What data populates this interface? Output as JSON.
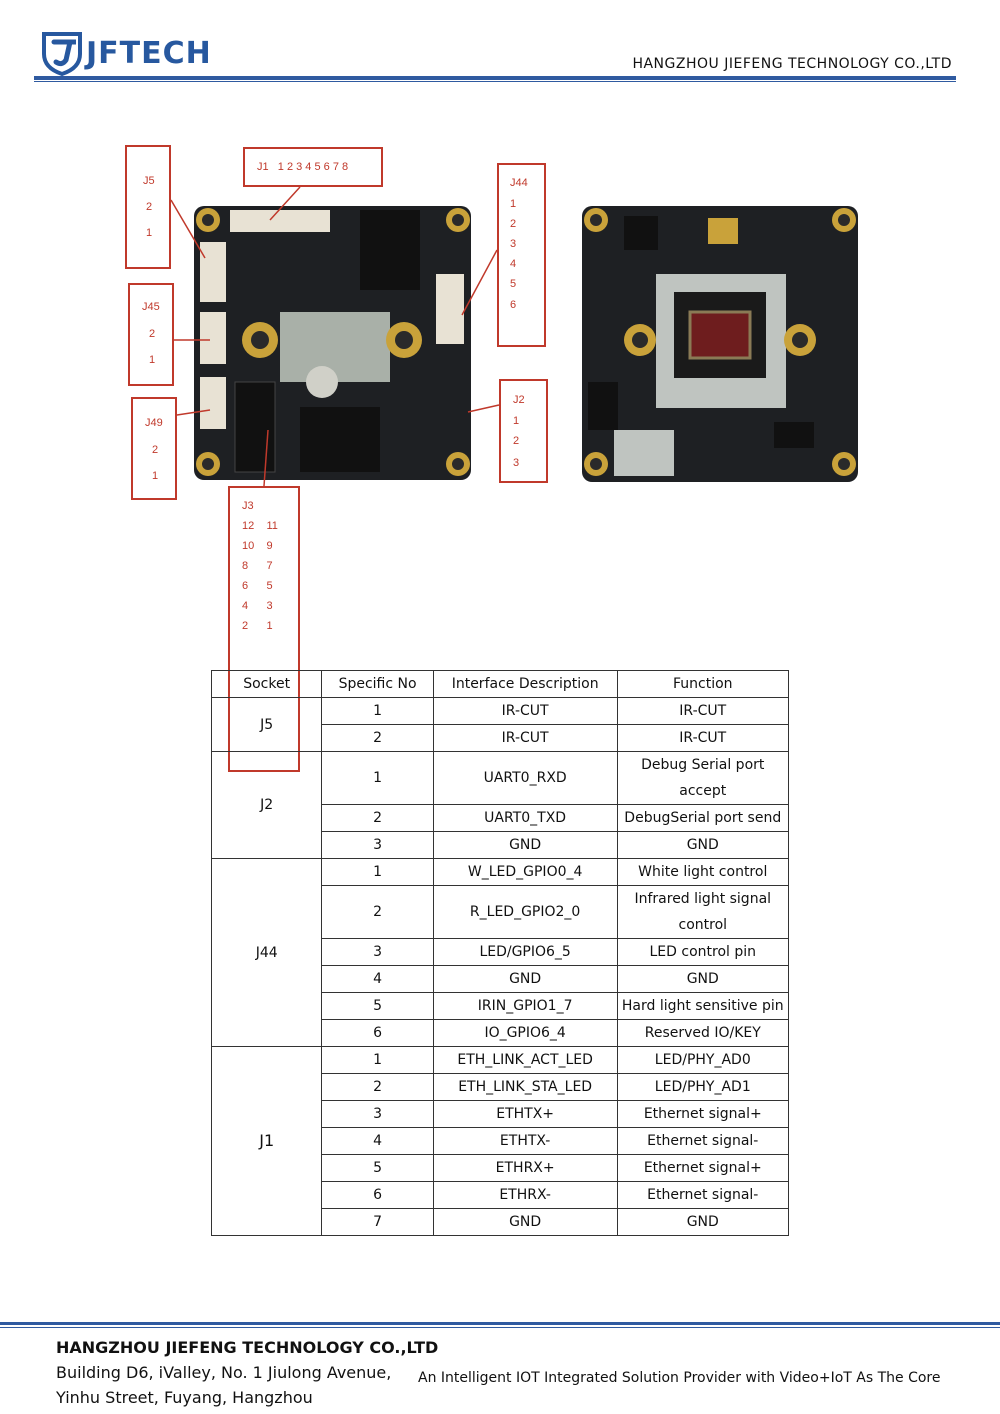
{
  "header": {
    "logo_text": "JFTECH",
    "company": "HANGZHOU  JIEFENG  TECHNOLOGY  CO.,LTD"
  },
  "colors": {
    "brand_blue": "#2f5aa0",
    "callout_red": "#c0392b"
  },
  "callouts": {
    "j5": [
      "J5",
      "2",
      "1"
    ],
    "j1": [
      "J1   1 2 3 4 5 6 7 8"
    ],
    "j44": [
      "J44",
      "1",
      "2",
      "3",
      "4",
      "5",
      "6"
    ],
    "j45": [
      "J45",
      "2",
      "1"
    ],
    "j49": [
      "J49",
      "2",
      "1"
    ],
    "j2": [
      "J2",
      "1",
      "2",
      "3"
    ],
    "j3": [
      "J3",
      "12    11",
      "10    9",
      "8      7",
      "6      5",
      "4      3",
      "2      1"
    ]
  },
  "table": {
    "headers": [
      "Socket",
      "Specific No",
      "Interface Description",
      "Function"
    ],
    "groups": [
      {
        "socket": "J5",
        "rows": [
          {
            "no": "1",
            "desc": "IR-CUT",
            "func": "IR-CUT"
          },
          {
            "no": "2",
            "desc": "IR-CUT",
            "func": "IR-CUT"
          }
        ]
      },
      {
        "socket": "J2",
        "rows": [
          {
            "no": "1",
            "desc": "UART0_RXD",
            "func": "Debug Serial port accept"
          },
          {
            "no": "2",
            "desc": "UART0_TXD",
            "func": "DebugSerial port send"
          },
          {
            "no": "3",
            "desc": "GND",
            "func": "GND"
          }
        ]
      },
      {
        "socket": "J44",
        "rows": [
          {
            "no": "1",
            "desc": "W_LED_GPIO0_4",
            "func": "White light control"
          },
          {
            "no": "2",
            "desc": "R_LED_GPIO2_0",
            "func": "Infrared light signal control"
          },
          {
            "no": "3",
            "desc": "LED/GPIO6_5",
            "func": "LED control pin"
          },
          {
            "no": "4",
            "desc": "GND",
            "func": "GND"
          },
          {
            "no": "5",
            "desc": "IRIN_GPIO1_7",
            "func": "Hard light sensitive pin"
          },
          {
            "no": "6",
            "desc": "IO_GPIO6_4",
            "func": "Reserved IO/KEY"
          }
        ]
      },
      {
        "socket": "J1",
        "rows": [
          {
            "no": "1",
            "desc": "ETH_LINK_ACT_LED",
            "func": "LED/PHY_AD0"
          },
          {
            "no": "2",
            "desc": "ETH_LINK_STA_LED",
            "func": "LED/PHY_AD1"
          },
          {
            "no": "3",
            "desc": "ETHTX+",
            "func": "Ethernet signal+"
          },
          {
            "no": "4",
            "desc": "ETHTX-",
            "func": "Ethernet signal-"
          },
          {
            "no": "5",
            "desc": "ETHRX+",
            "func": "Ethernet signal+"
          },
          {
            "no": "6",
            "desc": "ETHRX-",
            "func": "Ethernet signal-"
          },
          {
            "no": "7",
            "desc": "GND",
            "func": "GND"
          }
        ]
      }
    ]
  },
  "footer": {
    "company": "HANGZHOU JIEFENG TECHNOLOGY CO.,LTD",
    "address_line1": "Building D6, iValley, No. 1 Jiulong Avenue,",
    "address_line2": "Yinhu Street, Fuyang, Hangzhou",
    "slogan": "An Intelligent IOT Integrated Solution Provider with Video+IoT As The Core"
  }
}
